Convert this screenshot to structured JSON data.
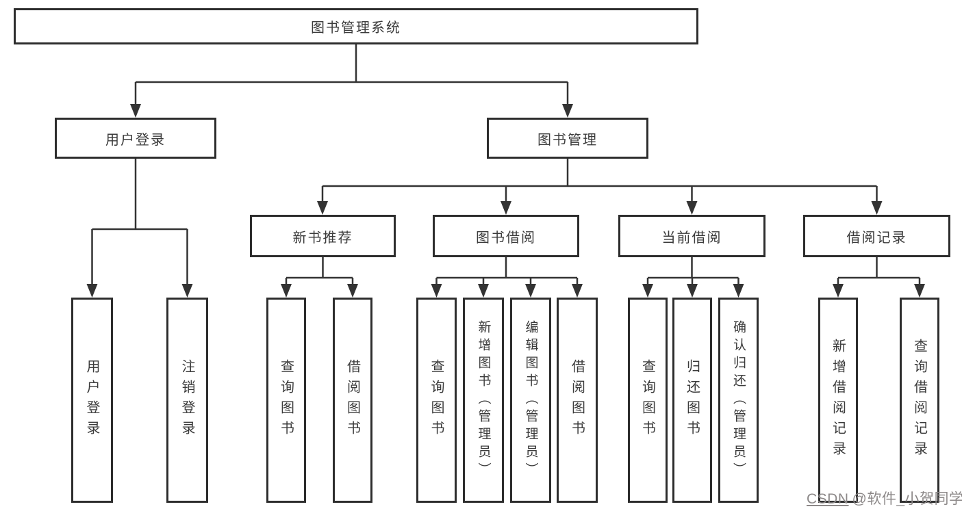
{
  "tree": {
    "root": "图书管理系统",
    "children": [
      {
        "label": "用户登录",
        "children": [
          "用户登录",
          "注销登录"
        ]
      },
      {
        "label": "图书管理",
        "children": [
          {
            "label": "新书推荐",
            "children": [
              "查询图书",
              "借阅图书"
            ]
          },
          {
            "label": "图书借阅",
            "children": [
              "查询图书",
              "新增图书（管理员）",
              "编辑图书（管理员）",
              "借阅图书"
            ]
          },
          {
            "label": "当前借阅",
            "children": [
              "查询图书",
              "归还图书",
              "确认归还（管理员）"
            ]
          },
          {
            "label": "借阅记录",
            "children": [
              "新增借阅记录",
              "查询借阅记录"
            ]
          }
        ]
      }
    ]
  },
  "watermark": {
    "brand": "CSDN",
    "handle": "@软件_小贺同学"
  },
  "colors": {
    "line": "#333333",
    "box_border": "#2d2d2d",
    "box_fill": "#ffffff",
    "text": "#3b3b3b",
    "watermark_text": "#8c8888",
    "background": "#ffffff"
  }
}
